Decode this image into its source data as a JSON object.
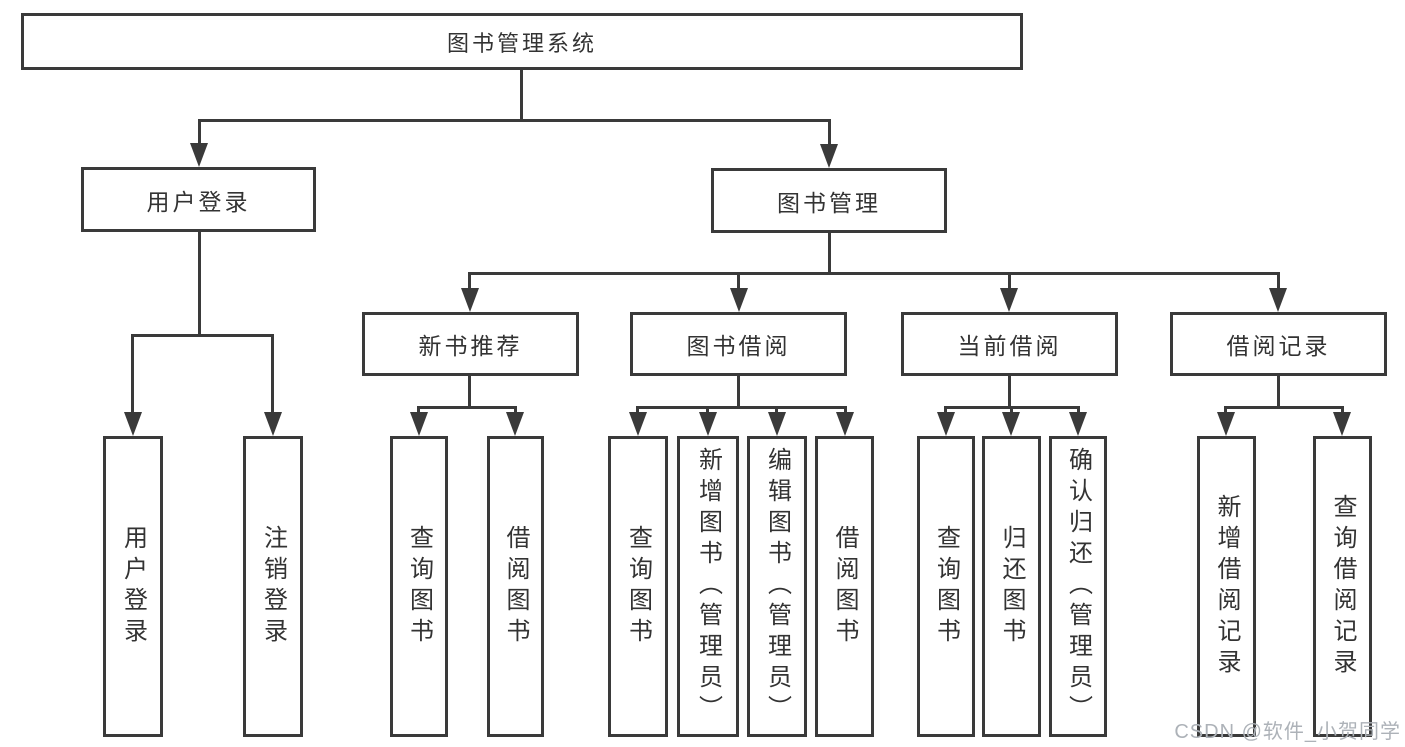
{
  "tree": {
    "label": "图书管理系统",
    "children": [
      {
        "label": "用户登录",
        "children": [
          {
            "label": "用户登录"
          },
          {
            "label": "注销登录"
          }
        ]
      },
      {
        "label": "图书管理",
        "children": [
          {
            "label": "新书推荐",
            "children": [
              {
                "label": "查询图书"
              },
              {
                "label": "借阅图书"
              }
            ]
          },
          {
            "label": "图书借阅",
            "children": [
              {
                "label": "查询图书"
              },
              {
                "label": "新增图书（管理员）"
              },
              {
                "label": "编辑图书（管理员）"
              },
              {
                "label": "借阅图书"
              }
            ]
          },
          {
            "label": "当前借阅",
            "children": [
              {
                "label": "查询图书"
              },
              {
                "label": "归还图书"
              },
              {
                "label": "确认归还（管理员）"
              }
            ]
          },
          {
            "label": "借阅记录",
            "children": [
              {
                "label": "新增借阅记录"
              },
              {
                "label": "查询借阅记录"
              }
            ]
          }
        ]
      }
    ]
  },
  "watermark": {
    "text": "CSDN @软件_小贺同学"
  },
  "colors": {
    "line": "#3a3a3a",
    "text": "#333333",
    "watermark": "#adb2b8"
  }
}
